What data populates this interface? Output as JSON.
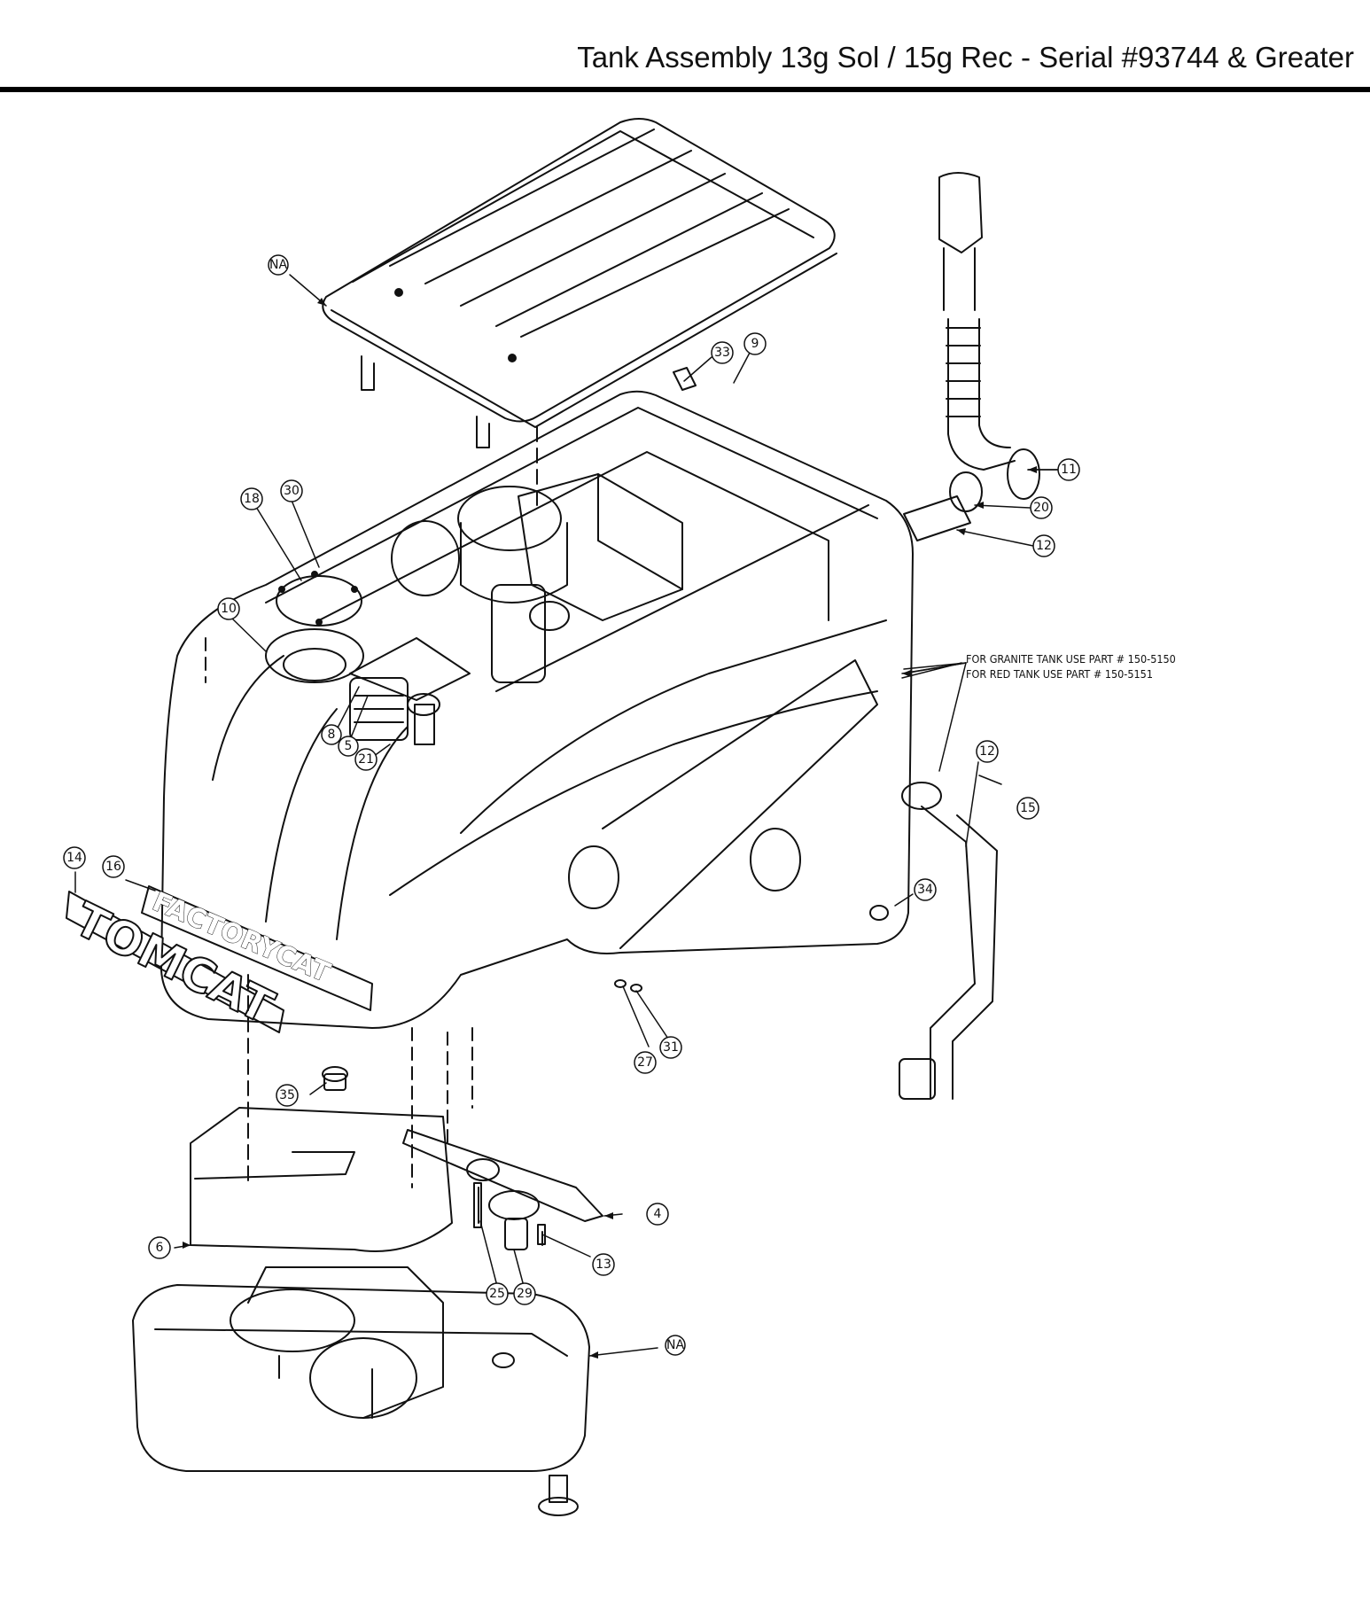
{
  "header": {
    "title": "Tank Assembly 13g Sol / 15g Rec - Serial #93744 & Greater"
  },
  "callouts": [
    {
      "id": "na-top",
      "label": "NA"
    },
    {
      "id": "33",
      "label": "33"
    },
    {
      "id": "9",
      "label": "9"
    },
    {
      "id": "11",
      "label": "11"
    },
    {
      "id": "20",
      "label": "20"
    },
    {
      "id": "12-top",
      "label": "12"
    },
    {
      "id": "18",
      "label": "18"
    },
    {
      "id": "30",
      "label": "30"
    },
    {
      "id": "10",
      "label": "10"
    },
    {
      "id": "8",
      "label": "8"
    },
    {
      "id": "5",
      "label": "5"
    },
    {
      "id": "21",
      "label": "21"
    },
    {
      "id": "12-lower",
      "label": "12"
    },
    {
      "id": "15",
      "label": "15"
    },
    {
      "id": "34",
      "label": "34"
    },
    {
      "id": "14",
      "label": "14"
    },
    {
      "id": "16",
      "label": "16"
    },
    {
      "id": "27",
      "label": "27"
    },
    {
      "id": "31",
      "label": "31"
    },
    {
      "id": "35",
      "label": "35"
    },
    {
      "id": "4",
      "label": "4"
    },
    {
      "id": "6",
      "label": "6"
    },
    {
      "id": "13",
      "label": "13"
    },
    {
      "id": "25",
      "label": "25"
    },
    {
      "id": "29",
      "label": "29"
    },
    {
      "id": "na-bottom",
      "label": "NA"
    }
  ],
  "note": {
    "line1": "FOR GRANITE TANK USE PART # 150-5150",
    "line2": "FOR RED TANK USE PART # 150-5151"
  },
  "decals": {
    "brand1": "FACTORYCAT",
    "brand2": "TOMCAT"
  }
}
